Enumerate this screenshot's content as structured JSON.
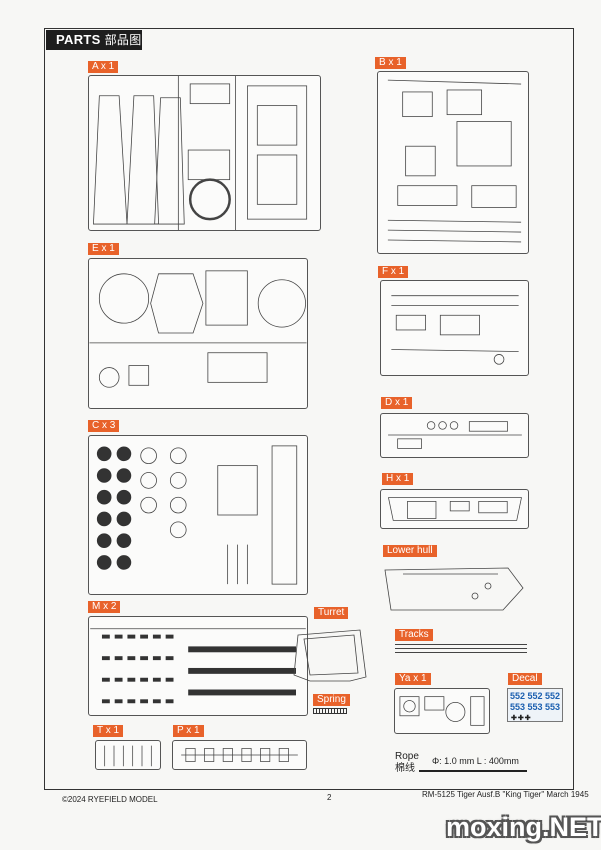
{
  "header": {
    "title_en": "PARTS",
    "title_cn": "部品图"
  },
  "labels": {
    "a": "A x 1",
    "b": "B x 1",
    "e": "E x 1",
    "f": "F x 1",
    "d": "D x 1",
    "c": "C x 3",
    "h": "H x 1",
    "lower_hull": "Lower hull",
    "m": "M x 2",
    "turret": "Turret",
    "tracks": "Tracks",
    "spring": "Spring",
    "ya": "Ya x 1",
    "decal": "Decal",
    "t": "T x 1",
    "p": "P x 1"
  },
  "rope": {
    "label_en": "Rope",
    "label_cn": "棉线",
    "spec": "Φ: 1.0 mm   L : 400mm"
  },
  "decal_sheet": {
    "row1": "552 552 552",
    "row2": "553 553 553",
    "crosses": "✚✚✚"
  },
  "footer": {
    "copyright": "©2024 RYEFIELD MODEL",
    "page": "2",
    "product": "RM-5125 Tiger Ausf.B \"King Tiger\" March 1945"
  },
  "watermark": "moxing.NET"
}
